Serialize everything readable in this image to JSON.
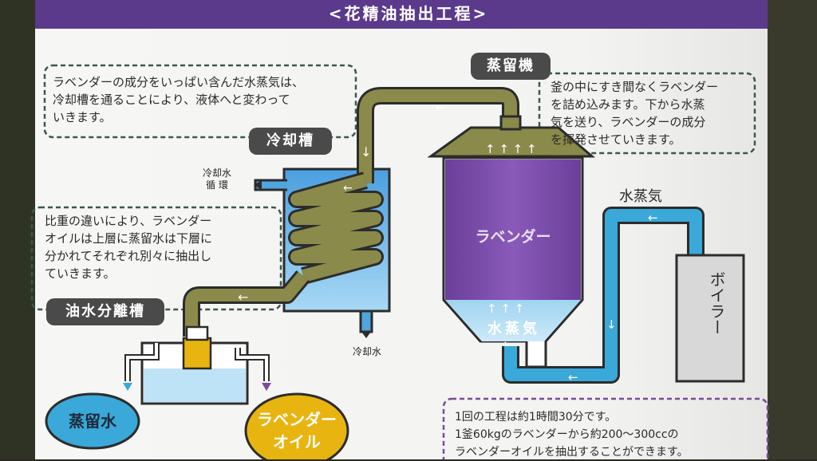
{
  "title": "<花精油抽出工程>",
  "labels": {
    "still": "蒸留機",
    "condenser": "冷却槽",
    "separator": "油水分離槽",
    "lavender": "ラベンダー",
    "steam_in_still": "水蒸気",
    "steam": "水蒸気",
    "boiler": "ボイラー",
    "cooling_water_cycle": "冷却水\n循 環",
    "cooling_water": "冷却水",
    "distilled_water": "蒸留水",
    "lavender_oil": "ラベンダー\nオイル"
  },
  "notes": {
    "condenser_note": "ラベンダーの成分をいっぱい含んだ水蒸気は、\n冷却槽を通ることにより、液体へと変わって\nいきます。",
    "still_note": "釜の中にすき間なくラベンダー\nを詰め込みます。下から水蒸\n気を送り、ラベンダーの成分\nを揮発させていきます。",
    "separator_note": "比重の違いにより、ラベンダー\nオイルは上層に蒸留水は下層に\n分かれてそれぞれ別々に抽出し\nていきます。",
    "process_note": "1回の工程は約1時間30分です。\n1釜60kgのラベンダーから約200～300ccの\nラベンダーオイルを抽出することができます。"
  },
  "colors": {
    "purple": "#5b3a8c",
    "panel": "#f7f7f5",
    "pipe_olive": "#8a8a4a",
    "pipe_blue": "#3aa8d8",
    "tank_blue": "#4ea6dc",
    "lavender": "#7b4fa8",
    "oil": "#e8b410",
    "boiler_gray": "#d8d8d8",
    "dash_green": "#3a5a4a",
    "dash_purple": "#7a4a9a"
  }
}
